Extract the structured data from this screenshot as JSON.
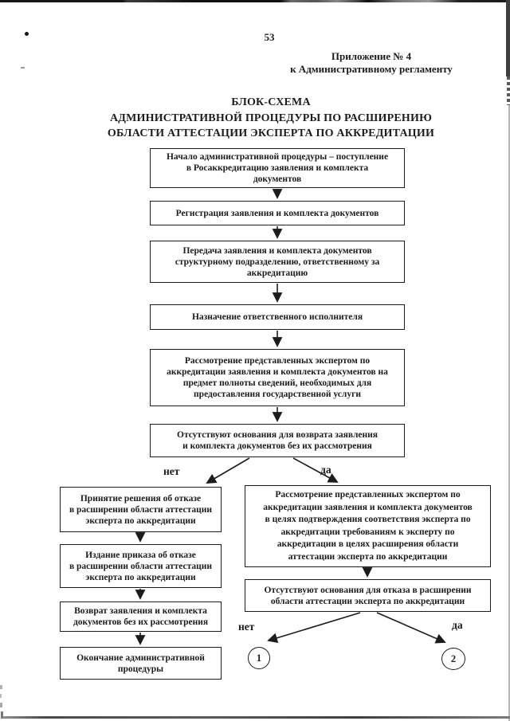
{
  "header": {
    "page_number": "53",
    "annex": [
      "Приложение № 4",
      "к Административному регламенту"
    ],
    "title": [
      "БЛОК-СХЕМА",
      "АДМИНИСТРАТИВНОЙ ПРОЦЕДУРЫ ПО РАСШИРЕНИЮ",
      "ОБЛАСТИ АТТЕСТАЦИИ ЭКСПЕРТА ПО АККРЕДИТАЦИИ"
    ]
  },
  "flow": {
    "start": [
      "Начало административной процедуры – поступление",
      "в Росаккредитацию заявления и комплекта",
      "документов"
    ],
    "register": [
      "Регистрация заявления и комплекта документов"
    ],
    "transfer": [
      "Передача заявления и комплекта документов",
      "структурному подразделению, ответственному за",
      "аккредитацию"
    ],
    "assign": [
      "Назначение ответственного исполнителя"
    ],
    "review": [
      "Рассмотрение представленных экспертом по",
      "аккредитации заявления и комплекта документов на",
      "предмет полноты сведений, необходимых для",
      "предоставления государственной услуги"
    ],
    "decision1": [
      "Отсутствуют основания для возврата заявления",
      "и комплекта документов без их рассмотрения"
    ],
    "refuse_decision": [
      "Принятие решения об отказе",
      "в расширении области аттестации",
      "эксперта по аккредитации"
    ],
    "refuse_order": [
      "Издание приказа об отказе",
      "в расширении области аттестации",
      "эксперта по аккредитации"
    ],
    "return_docs": [
      "Возврат заявления и комплекта",
      "документов без их рассмотрения"
    ],
    "end": [
      "Окончание административной",
      "процедуры"
    ],
    "review2": [
      "Рассмотрение представленных экспертом по",
      "аккредитации заявления и комплекта документов",
      "в целях подтверждения соответствия эксперта по",
      "аккредитации требованиям к эксперту по",
      "аккредитации в целях расширения области",
      "аттестации эксперта по аккредитации"
    ],
    "decision2": [
      "Отсутствуют основания для отказа в расширении",
      "области аттестации эксперта по аккредитации"
    ],
    "labels": {
      "no1": "нет",
      "yes1": "да",
      "no2": "нет",
      "yes2": "да"
    },
    "connectors": {
      "c1": "1",
      "c2": "2"
    }
  },
  "colors": {
    "ink": "#1c1c1c",
    "paper": "#ffffff"
  }
}
